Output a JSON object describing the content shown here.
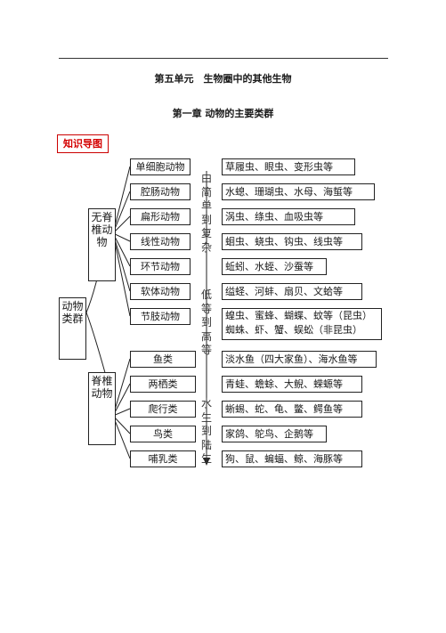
{
  "header": {
    "unit_title": "第五单元　生物圈中的其他生物",
    "chapter_title": "第一章  动物的主要类群"
  },
  "section_tag": "知识导图",
  "root": "动物类群",
  "groups": {
    "invertebrates": "无脊椎动物",
    "vertebrates": "脊椎动物"
  },
  "invertebrate_rows": [
    {
      "category": "单细胞动物",
      "examples": "草履虫、眼虫、变形虫等"
    },
    {
      "category": "腔肠动物",
      "examples": "水螅、珊瑚虫、水母、海蜇等"
    },
    {
      "category": "扁形动物",
      "examples": "涡虫、绦虫、血吸虫等"
    },
    {
      "category": "线性动物",
      "examples": "蛔虫、蛲虫、钩虫、线虫等"
    },
    {
      "category": "环节动物",
      "examples": "蚯蚓、水蛭、沙蚕等"
    },
    {
      "category": "软体动物",
      "examples": "缢蛏、河蚌、扇贝、文蛤等"
    },
    {
      "category": "节肢动物",
      "examples": "蝗虫、蜜蜂、蝴蝶、蚊等（昆虫）",
      "examples_2": "蜘蛛、虾、蟹、蜈蚣（非昆虫）"
    }
  ],
  "vertebrate_rows": [
    {
      "category": "鱼类",
      "examples": "淡水鱼（四大家鱼）、海水鱼等"
    },
    {
      "category": "两栖类",
      "examples": "青蛙、蟾蜍、大鲵、蝾螈等"
    },
    {
      "category": "爬行类",
      "examples": "蜥蜴、蛇、龟、鳖、鳄鱼等"
    },
    {
      "category": "鸟类",
      "examples": "家鸽、鸵鸟、企鹅等"
    },
    {
      "category": "哺乳类",
      "examples": "狗、鼠、蝙蝠、鲸、海豚等"
    }
  ],
  "trends": {
    "simple_to_complex": "由简单到复杂",
    "low_to_high": "低等到高等",
    "water_to_land": "水生到陆生"
  }
}
